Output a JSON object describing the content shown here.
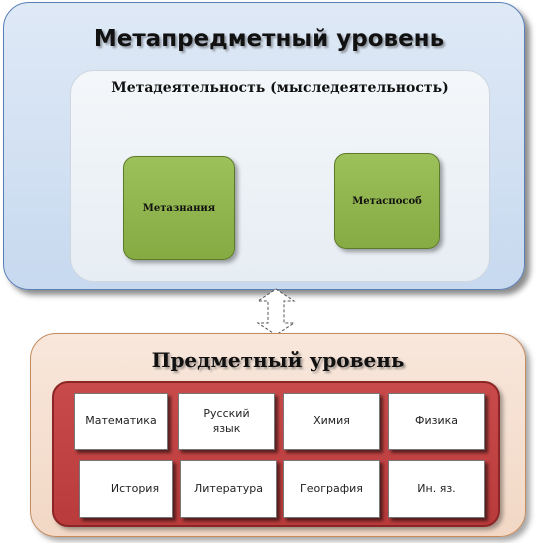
{
  "meta_level": {
    "title": "Метапредметный уровень",
    "activity": {
      "title": "Метадеятельность (мыследеятельность)",
      "items": [
        "Метазнания",
        "Метаспособ"
      ]
    }
  },
  "subject_level": {
    "title": "Предметный уровень",
    "subjects": [
      "Математика",
      "Русский язык",
      "Химия",
      "Физика",
      "История",
      "Литература",
      "География",
      "Ин. яз."
    ]
  },
  "colors": {
    "meta_panel": "#c7d9ef",
    "activity_panel": "#eef2f6",
    "green_box": "#8fb34b",
    "subject_panel": "#f2d8c5",
    "subjects_frame": "#c04242"
  }
}
